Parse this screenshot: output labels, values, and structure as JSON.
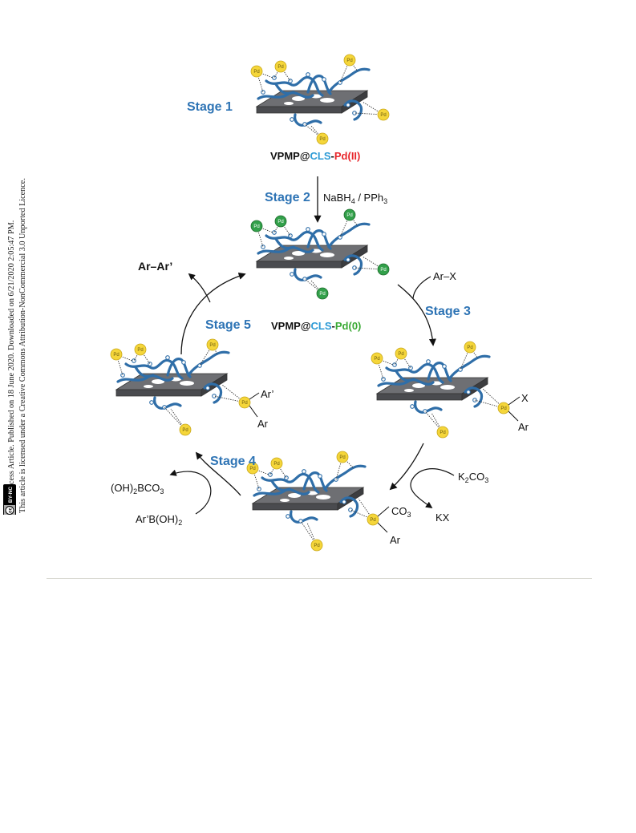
{
  "sidebar": {
    "line1": "Open Access Article. Published on 18 June 2020. Downloaded on 6/21/2020 2:05:47 PM.",
    "line2": "This article is licensed under a Creative Commons Attribution-NonCommercial 3.0 Unported Licence.",
    "cc_badge": "cc",
    "license_badge": "BY-NC"
  },
  "scheme": {
    "stage1": "Stage 1",
    "stage2": "Stage 2",
    "stage3": "Stage 3",
    "stage4": "Stage 4",
    "stage5": "Stage 5",
    "cat_pd2": {
      "prefix": "VPMP@",
      "cls": "CLS",
      "dash": "-",
      "pd": "Pd(II)"
    },
    "cat_pd0": {
      "prefix": "VPMP@",
      "cls": "CLS",
      "dash": "-",
      "pd": "Pd(0)"
    },
    "reagent_stage2": {
      "a": "NaBH",
      "a_sub": "4",
      "b": " / PPh",
      "b_sub": "3"
    },
    "arx": "Ar–X",
    "product": "Ar–Ar’",
    "k2co3": {
      "a": "K",
      "a_sub": "2",
      "b": "CO",
      "b_sub": "3"
    },
    "kx": "KX",
    "byproduct": {
      "a": "(OH)",
      "a_sub": "2",
      "b": "BCO",
      "b_sub": "3"
    },
    "boronic": {
      "a": "Ar’B(OH)",
      "a_sub": "2"
    },
    "lig_x": "X",
    "lig_ar": "Ar",
    "lig_co3": {
      "a": "CO",
      "a_sub": "3"
    },
    "lig_ar_prime": "Ar’",
    "pd": "Pd",
    "colors": {
      "stage_blue": "#2e74b5",
      "cls_blue": "#2e9bd6",
      "pd2_red": "#e8262b",
      "pd0_green": "#3aaa35",
      "pd_yellow": "#f5d63a",
      "pd_green_ball": "#32a04a",
      "polymer_blue": "#2f6ea8",
      "plate_top": "#6e6f73",
      "plate_side": "#4a4b4f"
    }
  }
}
